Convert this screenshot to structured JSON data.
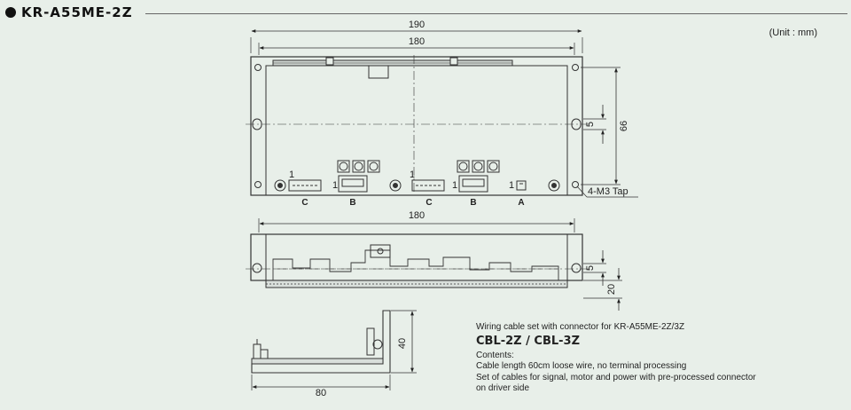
{
  "header": {
    "title": "KR-A55ME-2Z"
  },
  "unit_label": "(Unit : mm)",
  "dimensions": {
    "top_outer_width": "190",
    "top_inner_width": "180",
    "right_height": "66",
    "right_small": "5",
    "tap_label": "4-M3 Tap",
    "side_width": "180",
    "side_small": "5",
    "side_height": "20",
    "end_height": "40",
    "end_width": "80"
  },
  "connector_labels": [
    "C",
    "B",
    "C",
    "B",
    "A"
  ],
  "pin_labels": [
    "1",
    "1",
    "1",
    "1",
    "1"
  ],
  "notes": {
    "intro": "Wiring cable set with connector for KR-A55ME-2Z/3Z",
    "product": "CBL-2Z / CBL-3Z",
    "contents_label": "Contents:",
    "line1": "Cable length 60cm loose wire, no terminal processing",
    "line2": "Set of cables for signal, motor and power with  pre-processed connector",
    "line3": "on driver side"
  }
}
